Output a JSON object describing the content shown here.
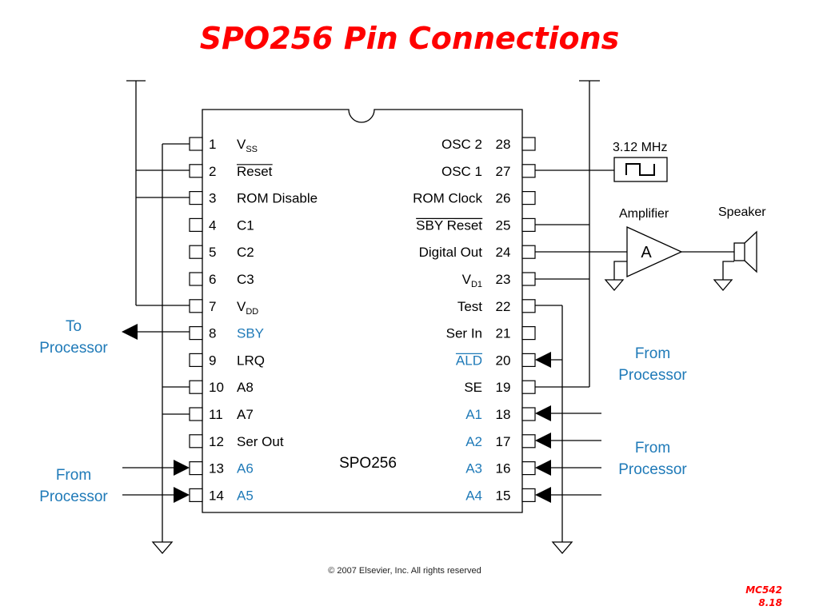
{
  "title": "SPO256 Pin Connections",
  "chip": {
    "name": "SPO256",
    "left_pins": [
      {
        "num": "1",
        "label": "V",
        "sub": "SS",
        "overline": false,
        "blue": false
      },
      {
        "num": "2",
        "label": "Reset",
        "sub": "",
        "overline": true,
        "blue": false
      },
      {
        "num": "3",
        "label": "ROM Disable",
        "sub": "",
        "overline": false,
        "blue": false
      },
      {
        "num": "4",
        "label": "C1",
        "sub": "",
        "overline": false,
        "blue": false
      },
      {
        "num": "5",
        "label": "C2",
        "sub": "",
        "overline": false,
        "blue": false
      },
      {
        "num": "6",
        "label": "C3",
        "sub": "",
        "overline": false,
        "blue": false
      },
      {
        "num": "7",
        "label": "V",
        "sub": "DD",
        "overline": false,
        "blue": false
      },
      {
        "num": "8",
        "label": "SBY",
        "sub": "",
        "overline": false,
        "blue": true
      },
      {
        "num": "9",
        "label": "LRQ",
        "sub": "",
        "overline": false,
        "blue": false
      },
      {
        "num": "10",
        "label": "A8",
        "sub": "",
        "overline": false,
        "blue": false
      },
      {
        "num": "11",
        "label": "A7",
        "sub": "",
        "overline": false,
        "blue": false
      },
      {
        "num": "12",
        "label": "Ser Out",
        "sub": "",
        "overline": false,
        "blue": false
      },
      {
        "num": "13",
        "label": "A6",
        "sub": "",
        "overline": false,
        "blue": true
      },
      {
        "num": "14",
        "label": "A5",
        "sub": "",
        "overline": false,
        "blue": true
      }
    ],
    "right_pins": [
      {
        "num": "28",
        "label": "OSC 2",
        "sub": "",
        "overline": false,
        "blue": false
      },
      {
        "num": "27",
        "label": "OSC 1",
        "sub": "",
        "overline": false,
        "blue": false
      },
      {
        "num": "26",
        "label": "ROM Clock",
        "sub": "",
        "overline": false,
        "blue": false
      },
      {
        "num": "25",
        "label": "SBY Reset",
        "sub": "",
        "overline": true,
        "blue": false
      },
      {
        "num": "24",
        "label": "Digital Out",
        "sub": "",
        "overline": false,
        "blue": false
      },
      {
        "num": "23",
        "label": "V",
        "sub": "D1",
        "overline": false,
        "blue": false
      },
      {
        "num": "22",
        "label": "Test",
        "sub": "",
        "overline": false,
        "blue": false
      },
      {
        "num": "21",
        "label": "Ser In",
        "sub": "",
        "overline": false,
        "blue": false
      },
      {
        "num": "20",
        "label": "ALD",
        "sub": "",
        "overline": true,
        "blue": true
      },
      {
        "num": "19",
        "label": "SE",
        "sub": "",
        "overline": false,
        "blue": false
      },
      {
        "num": "18",
        "label": "A1",
        "sub": "",
        "overline": false,
        "blue": true
      },
      {
        "num": "17",
        "label": "A2",
        "sub": "",
        "overline": false,
        "blue": true
      },
      {
        "num": "16",
        "label": "A3",
        "sub": "",
        "overline": false,
        "blue": true
      },
      {
        "num": "15",
        "label": "A4",
        "sub": "",
        "overline": false,
        "blue": true
      }
    ]
  },
  "labels": {
    "to_processor_l1": "To",
    "to_processor_l2": "Processor",
    "from_left_l1": "From",
    "from_left_l2": "Processor",
    "from_right_top_l1": "From",
    "from_right_top_l2": "Processor",
    "from_right_bot_l1": "From",
    "from_right_bot_l2": "Processor",
    "clock": "3.12 MHz",
    "amplifier": "Amplifier",
    "amplifier_letter": "A",
    "speaker": "Speaker"
  },
  "copyright": "© 2007 Elsevier, Inc. All rights reserved",
  "footer": {
    "course": "MC542",
    "page": "8.18"
  },
  "colors": {
    "title": "#ff0000",
    "signal_blue": "#1f7ab8",
    "line": "#000000"
  }
}
